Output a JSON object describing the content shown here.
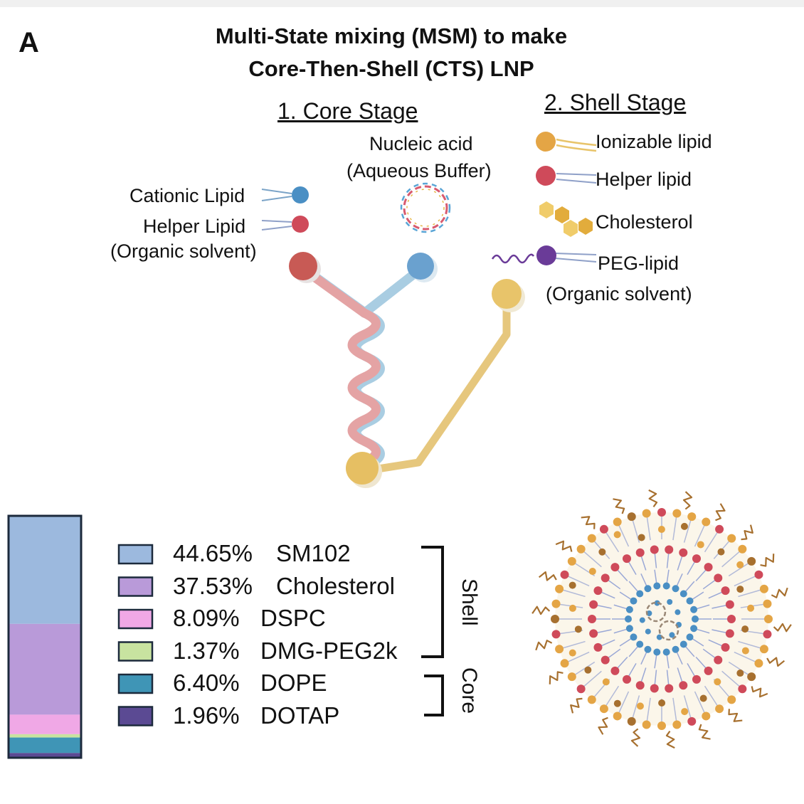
{
  "panel_label": "A",
  "title_line1": "Multi-State mixing (MSM) to make",
  "title_line2": "Core-Then-Shell (CTS) LNP",
  "core_stage": {
    "heading": "1. Core Stage",
    "nucleic_line1": "Nucleic acid",
    "nucleic_line2": "(Aqueous Buffer)",
    "cationic": "Cationic Lipid",
    "helper": "Helper Lipid",
    "solvent": "(Organic solvent)"
  },
  "shell_stage": {
    "heading": "2. Shell Stage",
    "ionizable": "Ionizable lipid",
    "helper": "Helper lipid",
    "cholesterol": "Cholesterol",
    "peg": "PEG-lipid",
    "solvent": "(Organic solvent)"
  },
  "legend": [
    {
      "pct": "44.65%",
      "name": "SM102",
      "color": "#9cb9de"
    },
    {
      "pct": "37.53%",
      "name": "Cholesterol",
      "color": "#b99ad9"
    },
    {
      "pct": "8.09%",
      "name": "DSPC",
      "color": "#f0a8e6"
    },
    {
      "pct": "1.37%",
      "name": "DMG-PEG2k",
      "color": "#c8e3a0"
    },
    {
      "pct": "6.40%",
      "name": "DOPE",
      "color": "#3f95b6"
    },
    {
      "pct": "1.96%",
      "name": "DOTAP",
      "color": "#5b4a93"
    }
  ],
  "bracket_shell": "Shell",
  "bracket_core": "Core",
  "stack_fractions": [
    0.4465,
    0.3753,
    0.0809,
    0.0137,
    0.064,
    0.0196
  ],
  "colors": {
    "pink_channel": "#e4a3a4",
    "blue_channel": "#a9cde2",
    "yellow_channel": "#e6c77d",
    "red_lipid": "#cf4a5a",
    "blue_lipid": "#4a8fc4",
    "orange_lipid": "#e4a545",
    "purple_lipid": "#6a3b98",
    "brown": "#a7702f"
  },
  "icons": [
    "dna-ring-icon",
    "cationic-lipid-icon",
    "helper-lipid-icon",
    "ionizable-lipid-icon",
    "cholesterol-icon",
    "peg-lipid-icon",
    "lnp-particle-icon",
    "microfluidic-channel-icon"
  ]
}
